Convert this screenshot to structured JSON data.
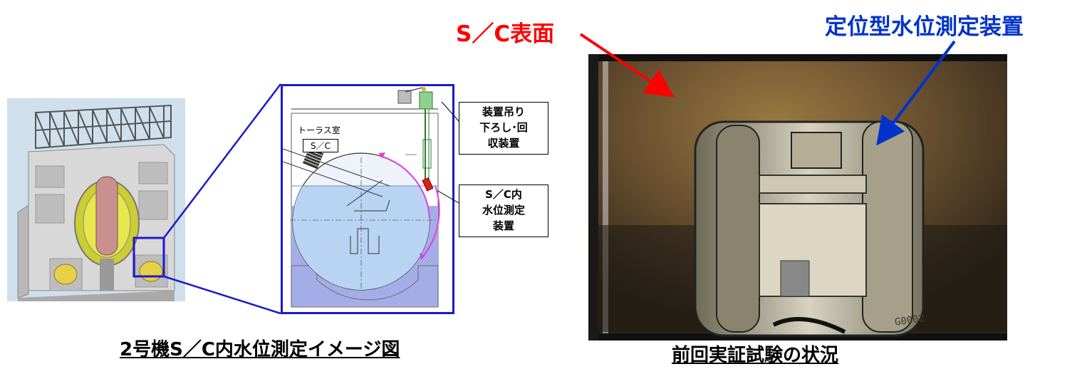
{
  "headings": {
    "sc_surface": "S／C表面",
    "fixed_device": "定位型水位測定装置"
  },
  "diagram": {
    "torus_room": "トーラス室",
    "sc_tag": "S／C",
    "callout_lift": "装置吊り\n下ろし･回\n収装置",
    "callout_measure": "S／C内\n水位測定\n装置"
  },
  "captions": {
    "left": "2号機S／C内水位測定イメージ図",
    "right": "前回実証試験の状況"
  },
  "photo_marker": "G0002",
  "colors": {
    "red": "#ff0000",
    "blue": "#0033cc",
    "frame": "#1a1acc",
    "water": "#b9d3f2",
    "magenta": "#e040e0"
  }
}
